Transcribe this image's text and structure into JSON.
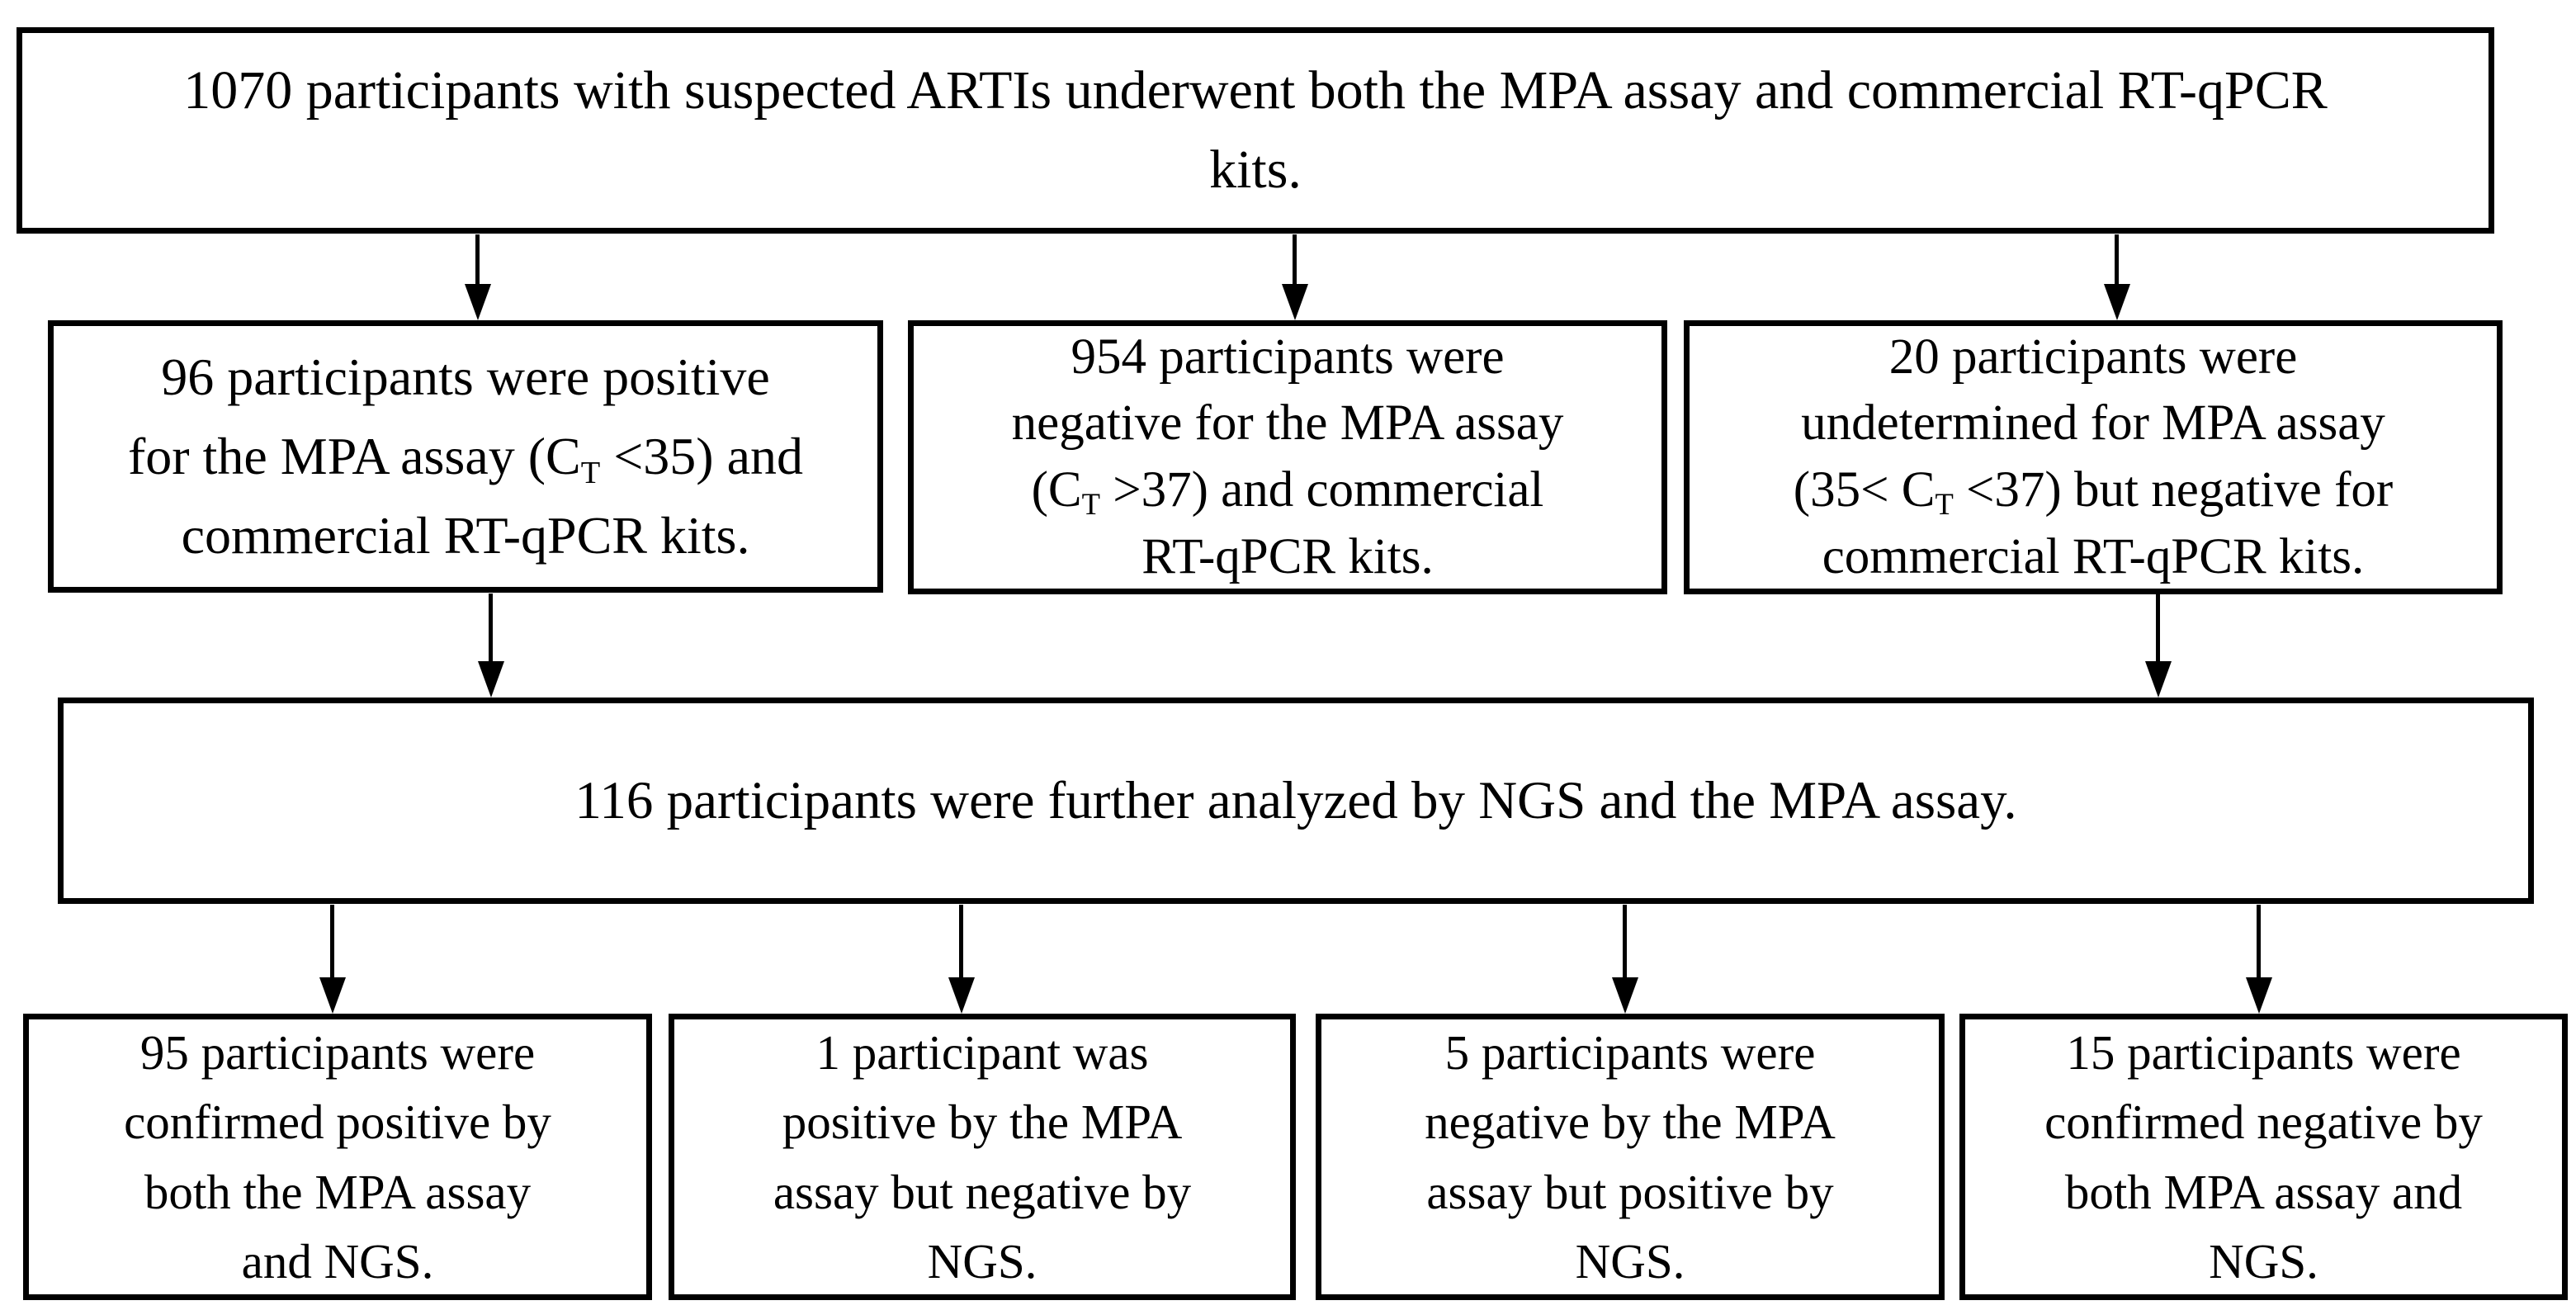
{
  "colors": {
    "border": "#000000",
    "text": "#000000",
    "background": "#ffffff"
  },
  "boxes": {
    "total": {
      "text": "1070 participants with suspected ARTIs underwent both the MPA assay and commercial RT-qPCR kits.",
      "segments": [
        {
          "t": "1070 participants with suspected ARTIs underwent both the MPA assay and commercial RT-qPCR"
        },
        {
          "br": true
        },
        {
          "t": "kits."
        }
      ]
    },
    "mpa_positive": {
      "text": "96 participants were positive for the MPA assay (CT <35) and commercial RT-qPCR kits.",
      "segments": [
        {
          "t": "96 participants were positive"
        },
        {
          "br": true
        },
        {
          "t": "for the MPA assay (C"
        },
        {
          "t": "T",
          "sub": true
        },
        {
          "t": " <35) and"
        },
        {
          "br": true
        },
        {
          "t": "commercial RT-qPCR kits."
        }
      ]
    },
    "mpa_negative": {
      "text": "954 participants were negative for the MPA assay (CT >37) and commercial RT-qPCR kits.",
      "segments": [
        {
          "t": "954 participants were"
        },
        {
          "br": true
        },
        {
          "t": "negative for the MPA assay"
        },
        {
          "br": true
        },
        {
          "t": "(C"
        },
        {
          "t": "T",
          "sub": true
        },
        {
          "t": " >37) and commercial"
        },
        {
          "br": true
        },
        {
          "t": "RT-qPCR kits."
        }
      ]
    },
    "mpa_undetermined": {
      "text": "20 participants were undetermined for MPA assay (35< CT <37) but negative for commercial RT-qPCR kits.",
      "segments": [
        {
          "t": "20 participants were"
        },
        {
          "br": true
        },
        {
          "t": "undetermined for MPA assay"
        },
        {
          "br": true
        },
        {
          "t": "(35< C"
        },
        {
          "t": "T",
          "sub": true
        },
        {
          "t": " <37) but negative for"
        },
        {
          "br": true
        },
        {
          "t": "commercial RT-qPCR kits."
        }
      ]
    },
    "ngs_analyzed": {
      "text": "116 participants were further analyzed by NGS and the MPA assay.",
      "segments": [
        {
          "t": "116 participants were further analyzed by NGS and the MPA assay."
        }
      ]
    },
    "both_positive": {
      "text": "95 participants were confirmed positive by both the MPA assay and NGS.",
      "segments": [
        {
          "t": "95 participants were"
        },
        {
          "br": true
        },
        {
          "t": "confirmed positive by"
        },
        {
          "br": true
        },
        {
          "t": "both the MPA assay"
        },
        {
          "br": true
        },
        {
          "t": "and NGS."
        }
      ]
    },
    "mpa_pos_ngs_neg": {
      "text": "1 participant was positive by the MPA assay but negative by NGS.",
      "segments": [
        {
          "t": "1 participant was"
        },
        {
          "br": true
        },
        {
          "t": "positive by the MPA"
        },
        {
          "br": true
        },
        {
          "t": "assay but negative by"
        },
        {
          "br": true
        },
        {
          "t": "NGS."
        }
      ]
    },
    "mpa_neg_ngs_pos": {
      "text": "5 participants were negative by the MPA assay but positive by NGS.",
      "segments": [
        {
          "t": "5 participants were"
        },
        {
          "br": true
        },
        {
          "t": "negative by the MPA"
        },
        {
          "br": true
        },
        {
          "t": "assay but positive by"
        },
        {
          "br": true
        },
        {
          "t": "NGS."
        }
      ]
    },
    "both_negative": {
      "text": "15 participants were confirmed negative by both MPA assay and NGS.",
      "segments": [
        {
          "t": "15 participants were"
        },
        {
          "br": true
        },
        {
          "t": "confirmed negative by"
        },
        {
          "br": true
        },
        {
          "t": "both MPA assay and"
        },
        {
          "br": true
        },
        {
          "t": "NGS."
        }
      ]
    }
  }
}
